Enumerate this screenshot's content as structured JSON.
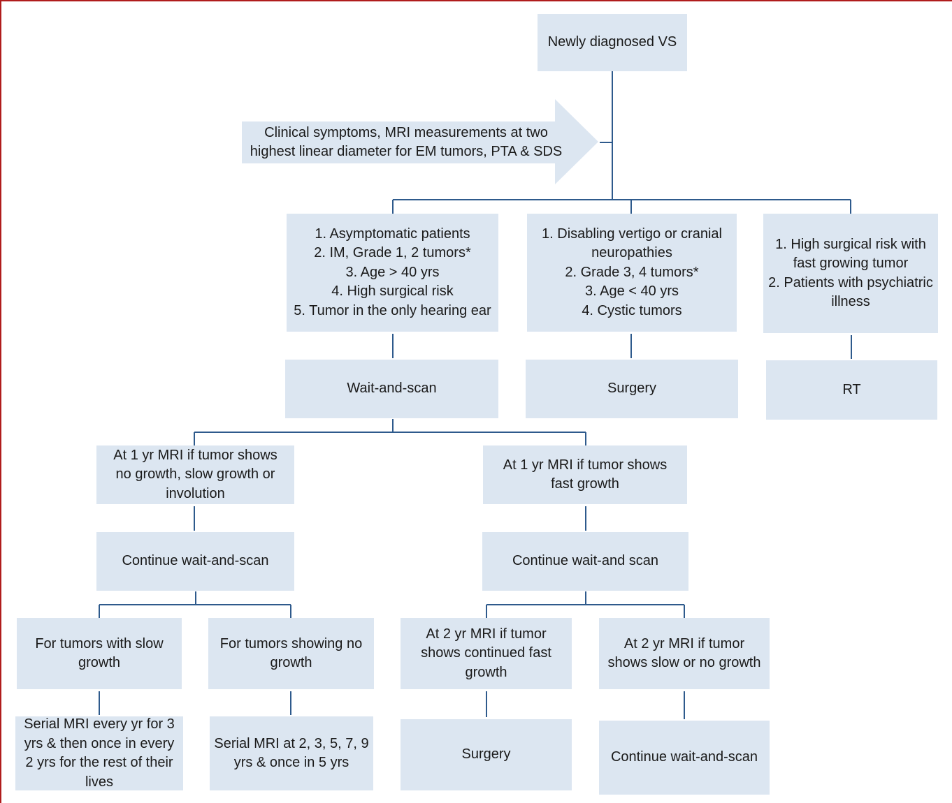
{
  "nodes": {
    "root": "Newly diagnosed VS",
    "assessment": "Clinical symptoms, MRI measurements at two\nhighest linear diameter for EM tumors, PTA & SDS",
    "criteria_wait": "1. Asymptomatic patients\n2. IM, Grade 1, 2 tumors*\n3. Age > 40 yrs\n4. High surgical risk\n5. Tumor in the only hearing ear",
    "criteria_surgery": "1. Disabling vertigo or cranial\nneuropathies\n2. Grade 3, 4 tumors*\n3. Age < 40 yrs\n4. Cystic tumors",
    "criteria_rt": "1. High surgical risk with\nfast growing tumor\n2. Patients with psychiatric\nillness",
    "wait_and_scan": "Wait-and-scan",
    "surgery_1": "Surgery",
    "rt": "RT",
    "mri_1yr_slow": "At 1 yr MRI if tumor shows\nno growth, slow growth or\ninvolution",
    "mri_1yr_fast": "At 1 yr MRI if tumor shows\nfast growth",
    "continue_1": "Continue wait-and-scan",
    "continue_2": "Continue wait-and scan",
    "slow_growth": "For tumors with slow\ngrowth",
    "no_growth": "For tumors showing no\ngrowth",
    "mri_2yr_fast": "At 2 yr MRI if tumor\nshows continued fast\ngrowth",
    "mri_2yr_slow": "At 2 yr MRI if tumor\nshows slow or no growth",
    "serial_1": "Serial MRI every yr for 3\nyrs & then once in every\n2 yrs for the rest of their\nlives",
    "serial_2": "Serial MRI at 2, 3, 5, 7, 9\nyrs & once in 5 yrs",
    "surgery_2": "Surgery",
    "continue_3": "Continue wait-and-scan"
  },
  "colors": {
    "box_fill": "#dce6f1",
    "connector": "#2e5a8c",
    "frame": "#b01c1c"
  }
}
